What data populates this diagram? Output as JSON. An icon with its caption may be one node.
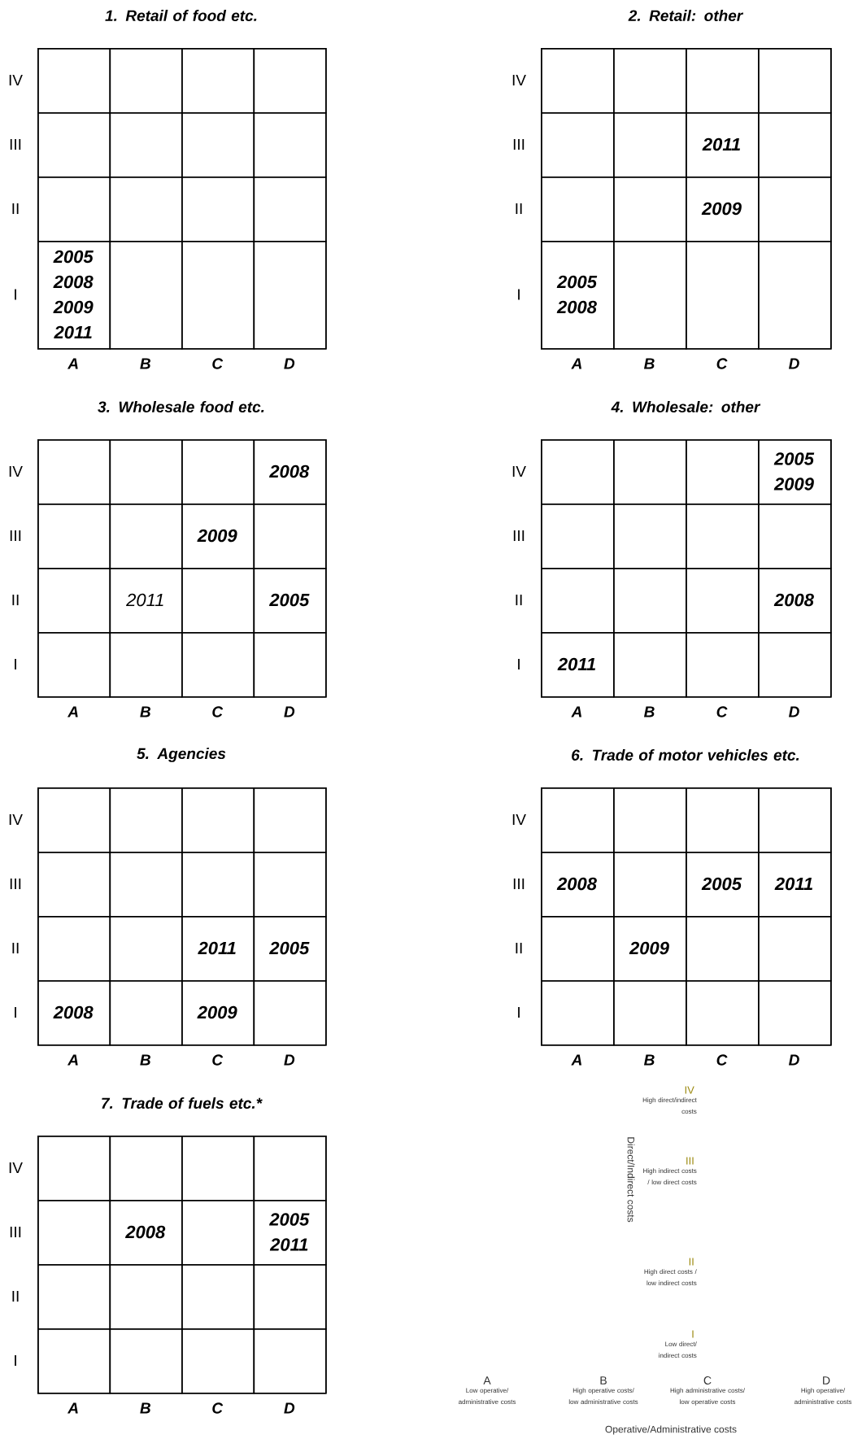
{
  "diagram": {
    "nodes": [
      {
        "text": [
          "1. Retail of food etc."
        ],
        "beside": [
          "IV",
          "III",
          "II",
          "I",
          "A",
          "B",
          "C",
          "D"
        ]
      },
      {
        "text": [],
        "shape": "box",
        "in": 0
      },
      {
        "text": [],
        "shape": "box",
        "in": 0
      },
      {
        "text": [],
        "shape": "box",
        "in": 0
      },
      {
        "text": [],
        "shape": "box",
        "in": 0
      },
      {
        "text": [],
        "shape": "box",
        "in": 0
      },
      {
        "text": [],
        "shape": "box",
        "in": 0
      },
      {
        "text": [],
        "shape": "box",
        "in": 0
      },
      {
        "text": [],
        "shape": "box",
        "in": 0
      },
      {
        "text": [],
        "shape": "box",
        "in": 0
      },
      {
        "text": [],
        "shape": "box",
        "in": 0
      },
      {
        "text": [],
        "shape": "box",
        "in": 0
      },
      {
        "text": [],
        "shape": "box",
        "in": 0
      },
      {
        "text": [
          "2005",
          "2008",
          "2009",
          "2011"
        ],
        "in": 0
      },
      {
        "text": [],
        "shape": "box",
        "in": 0
      },
      {
        "text": [],
        "shape": "box",
        "in": 0
      },
      {
        "text": [],
        "shape": "box",
        "in": 0
      },
      {
        "text": [
          "2. Retail: other"
        ],
        "beside": [
          "IV",
          "III",
          "II",
          "I",
          "A",
          "B",
          "C",
          "D"
        ]
      },
      {
        "text": [],
        "shape": "box",
        "in": 17
      },
      {
        "text": [],
        "shape": "box",
        "in": 17
      },
      {
        "text": [],
        "shape": "box",
        "in": 17
      },
      {
        "text": [],
        "shape": "box",
        "in": 17
      },
      {
        "text": [],
        "shape": "box",
        "in": 17
      },
      {
        "text": [],
        "shape": "box",
        "in": 17
      },
      {
        "text": [
          "2011"
        ],
        "in": 17
      },
      {
        "text": [],
        "shape": "box",
        "in": 17
      },
      {
        "text": [],
        "shape": "box",
        "in": 17
      },
      {
        "text": [],
        "shape": "box",
        "in": 17
      },
      {
        "text": [
          "2009"
        ],
        "in": 17
      },
      {
        "text": [],
        "shape": "box",
        "in": 17
      },
      {
        "text": [
          "2005",
          "2008"
        ],
        "in": 17
      },
      {
        "text": [],
        "shape": "box",
        "in": 17
      },
      {
        "text": [],
        "shape": "box",
        "in": 17
      },
      {
        "text": [],
        "shape": "box",
        "in": 17
      },
      {
        "text": [
          "3. Wholesale food etc."
        ],
        "beside": [
          "IV",
          "III",
          "II",
          "I",
          "A",
          "B",
          "C",
          "D"
        ]
      },
      {
        "text": [],
        "shape": "box",
        "in": 34
      },
      {
        "text": [],
        "shape": "box",
        "in": 34
      },
      {
        "text": [],
        "shape": "box",
        "in": 34
      },
      {
        "text": [
          "2008"
        ],
        "in": 34
      },
      {
        "text": [],
        "shape": "box",
        "in": 34
      },
      {
        "text": [],
        "shape": "box",
        "in": 34
      },
      {
        "text": [
          "2009"
        ],
        "in": 34
      },
      {
        "text": [],
        "shape": "box",
        "in": 34
      },
      {
        "text": [],
        "shape": "box",
        "in": 34
      },
      {
        "text": [
          "2011"
        ],
        "in": 34
      },
      {
        "text": [],
        "shape": "box",
        "in": 34
      },
      {
        "text": [
          "2005"
        ],
        "in": 34
      },
      {
        "text": [],
        "shape": "box",
        "in": 34
      },
      {
        "text": [],
        "shape": "box",
        "in": 34
      },
      {
        "text": [],
        "shape": "box",
        "in": 34
      },
      {
        "text": [],
        "shape": "box",
        "in": 34
      },
      {
        "text": [
          "4. Wholesale: other"
        ],
        "beside": [
          "IV",
          "III",
          "II",
          "I",
          "A",
          "B",
          "C",
          "D"
        ]
      },
      {
        "text": [],
        "shape": "box",
        "in": 51
      },
      {
        "text": [],
        "shape": "box",
        "in": 51
      },
      {
        "text": [],
        "shape": "box",
        "in": 51
      },
      {
        "text": [
          "2005",
          "2009"
        ],
        "in": 51
      },
      {
        "text": [],
        "shape": "box",
        "in": 51
      },
      {
        "text": [],
        "shape": "box",
        "in": 51
      },
      {
        "text": [],
        "shape": "box",
        "in": 51
      },
      {
        "text": [],
        "shape": "box",
        "in": 51
      },
      {
        "text": [],
        "shape": "box",
        "in": 51
      },
      {
        "text": [],
        "shape": "box",
        "in": 51
      },
      {
        "text": [],
        "shape": "box",
        "in": 51
      },
      {
        "text": [
          "2008"
        ],
        "in": 51
      },
      {
        "text": [
          "2011"
        ],
        "in": 51
      },
      {
        "text": [],
        "shape": "box",
        "in": 51
      },
      {
        "text": [],
        "shape": "box",
        "in": 51
      },
      {
        "text": [],
        "shape": "box",
        "in": 51
      },
      {
        "text": [
          "5. Agencies"
        ],
        "beside": [
          "IV",
          "III",
          "II",
          "I",
          "A",
          "B",
          "C",
          "D"
        ]
      },
      {
        "text": [],
        "shape": "box",
        "in": 68
      },
      {
        "text": [],
        "shape": "box",
        "in": 68
      },
      {
        "text": [],
        "shape": "box",
        "in": 68
      },
      {
        "text": [],
        "shape": "box",
        "in": 68
      },
      {
        "text": [],
        "shape": "box",
        "in": 68
      },
      {
        "text": [],
        "shape": "box",
        "in": 68
      },
      {
        "text": [],
        "shape": "box",
        "in": 68
      },
      {
        "text": [],
        "shape": "box",
        "in": 68
      },
      {
        "text": [],
        "shape": "box",
        "in": 68
      },
      {
        "text": [],
        "shape": "box",
        "in": 68
      },
      {
        "text": [
          "2011"
        ],
        "in": 68
      },
      {
        "text": [
          "2005"
        ],
        "in": 68
      },
      {
        "text": [
          "2008"
        ],
        "in": 68
      },
      {
        "text": [],
        "shape": "box",
        "in": 68
      },
      {
        "text": [
          "2009"
        ],
        "in": 68
      },
      {
        "text": [],
        "shape": "box",
        "in": 68
      },
      {
        "text": [
          "6. Trade of motor vehicles etc."
        ],
        "beside": [
          "IV",
          "III",
          "II",
          "I",
          "A",
          "B",
          "C",
          "D"
        ]
      },
      {
        "text": [],
        "shape": "box",
        "in": 85
      },
      {
        "text": [],
        "shape": "box",
        "in": 85
      },
      {
        "text": [],
        "shape": "box",
        "in": 85
      },
      {
        "text": [],
        "shape": "box",
        "in": 85
      },
      {
        "text": [
          "2008"
        ],
        "in": 85
      },
      {
        "text": [],
        "shape": "box",
        "in": 85
      },
      {
        "text": [
          "2005"
        ],
        "in": 85
      },
      {
        "text": [
          "2011"
        ],
        "in": 85
      },
      {
        "text": [],
        "shape": "box",
        "in": 85
      },
      {
        "text": [
          "2009"
        ],
        "in": 85
      },
      {
        "text": [],
        "shape": "box",
        "in": 85
      },
      {
        "text": [],
        "shape": "box",
        "in": 85
      },
      {
        "text": [],
        "shape": "box",
        "in": 85
      },
      {
        "text": [],
        "shape": "box",
        "in": 85
      },
      {
        "text": [],
        "shape": "box",
        "in": 85
      },
      {
        "text": [],
        "shape": "box",
        "in": 85
      },
      {
        "text": [
          "7. Trade of fuels etc.*"
        ],
        "beside": [
          "IV",
          "III",
          "II",
          "I",
          "A",
          "B",
          "C",
          "D"
        ]
      },
      {
        "text": [],
        "shape": "box",
        "in": 102
      },
      {
        "text": [],
        "shape": "box",
        "in": 102
      },
      {
        "text": [],
        "shape": "box",
        "in": 102
      },
      {
        "text": [],
        "shape": "box",
        "in": 102
      },
      {
        "text": [],
        "shape": "box",
        "in": 102
      },
      {
        "text": [
          "2008"
        ],
        "in": 102
      },
      {
        "text": [],
        "shape": "box",
        "in": 102
      },
      {
        "text": [
          "2005",
          "2011"
        ],
        "in": 102
      },
      {
        "text": [],
        "shape": "box",
        "in": 102
      },
      {
        "text": [],
        "shape": "box",
        "in": 102
      },
      {
        "text": [],
        "shape": "box",
        "in": 102
      },
      {
        "text": [],
        "shape": "box",
        "in": 102
      },
      {
        "text": [],
        "shape": "box",
        "in": 102
      },
      {
        "text": [],
        "shape": "box",
        "in": 102
      },
      {
        "text": [],
        "shape": "box",
        "in": 102
      },
      {
        "text": [],
        "shape": "box",
        "in": 102
      }
    ],
    "labels": [
      "IV",
      "High direct/indirect costs",
      "III",
      "High indirect costs / low direct costs",
      "II",
      "High direct costs / low indirect costs",
      "I",
      "Low direct/ indirect costs",
      "Direct/Indirect costs",
      "A",
      "Low operative/ administrative costs",
      "B",
      "High operative costs/ low administrative costs",
      "C",
      "High administrative costs/ low operative costs",
      "D",
      "High operative/ administrative costs",
      "Operative/Administrative costs"
    ]
  }
}
